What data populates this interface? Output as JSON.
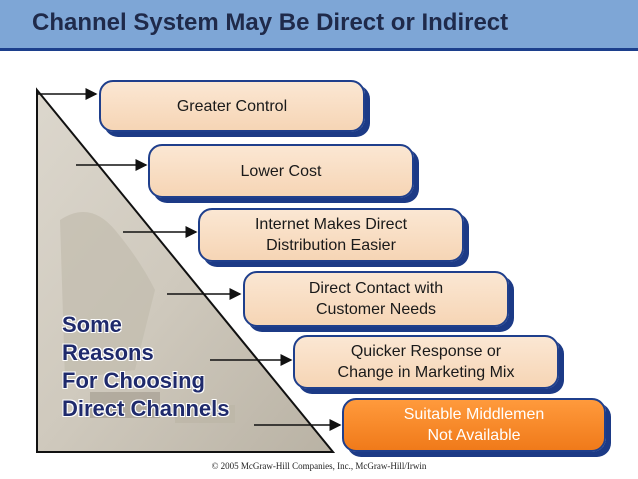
{
  "title": "Channel System May Be Direct or Indirect",
  "reasons_label": "Some\nReasons\nFor Choosing\nDirect Channels",
  "boxes": [
    {
      "label": "Greater Control"
    },
    {
      "label": "Lower Cost"
    },
    {
      "label": "Internet Makes Direct\nDistribution Easier"
    },
    {
      "label": "Direct Contact with\nCustomer Needs"
    },
    {
      "label": "Quicker Response or\nChange in Marketing Mix"
    },
    {
      "label": "Suitable Middlemen\nNot Available"
    }
  ],
  "copyright": "© 2005 McGraw-Hill Companies, Inc., McGraw-Hill/Irwin",
  "colors": {
    "header": "#7ea6d6",
    "box_fill": "#f6d5b5",
    "box_highlight": "#f07a1a",
    "box_shadow": "#1c3a86",
    "reasons_text": "#1f2a6c"
  }
}
